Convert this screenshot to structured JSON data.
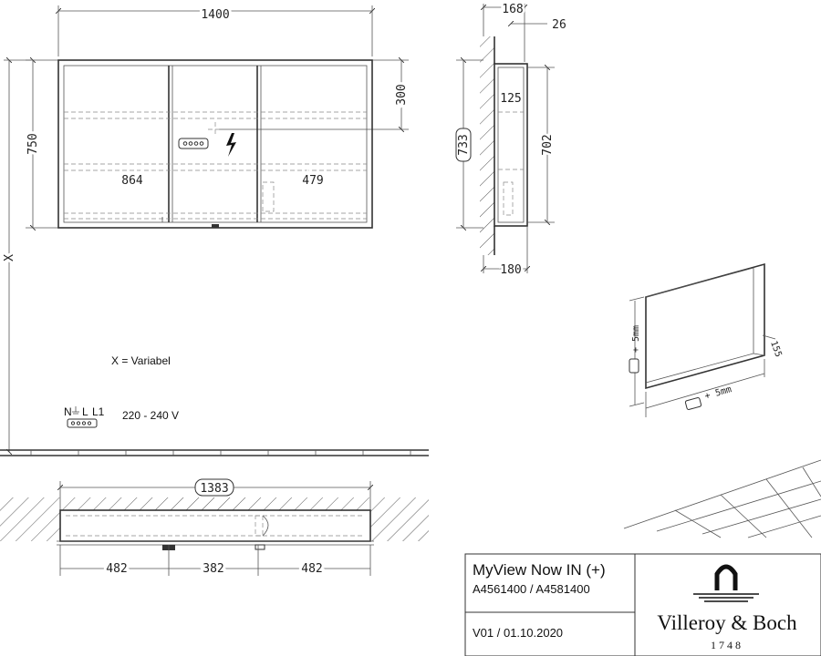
{
  "front": {
    "width": "1400",
    "height": "750",
    "top_offset": "300",
    "left_section": "864",
    "right_section": "479",
    "variable": "X"
  },
  "side": {
    "depth_top": "168",
    "depth_inner": "26",
    "shelf": "125",
    "height_outer": "733",
    "height_inner": "702",
    "depth_bottom": "180"
  },
  "legend": {
    "variable_note": "X = Variabel",
    "terminals": "N",
    "terminal_l": "L",
    "terminal_l1": "L1",
    "voltage": "220 - 240 V"
  },
  "recess": {
    "tolerance_side": "+ 5mm",
    "tolerance_bottom": "+ 5mm",
    "depth": "155"
  },
  "plan": {
    "recess_width": "1383",
    "left": "482",
    "middle": "382",
    "right": "482"
  },
  "title_block": {
    "product": "MyView Now IN (+)",
    "codes": "A4561400 / A4581400",
    "version": "V01 / 01.10.2020",
    "brand": "Villeroy & Boch",
    "year": "1748"
  }
}
